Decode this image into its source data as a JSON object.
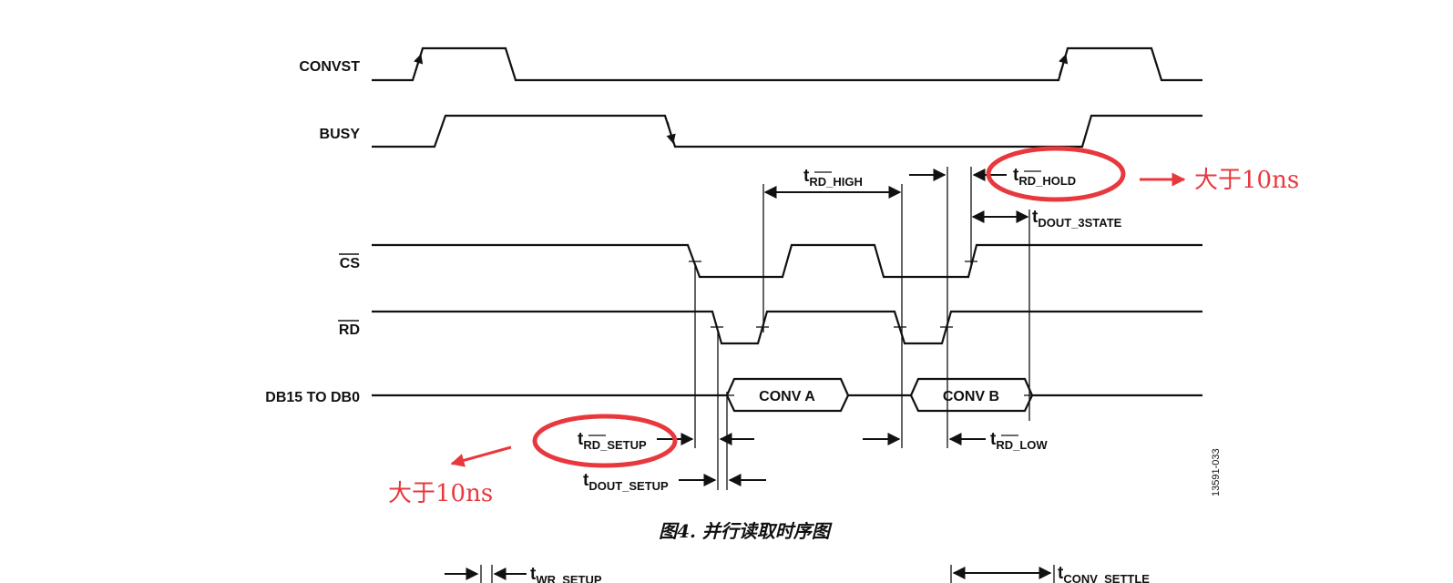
{
  "signals": {
    "convst": "CONVST",
    "busy": "BUSY",
    "cs": "CS",
    "rd": "RD",
    "db": "DB15 TO DB0"
  },
  "bus_values": {
    "conv_a": "CONV A",
    "conv_b": "CONV B"
  },
  "timing": {
    "rd_high": {
      "t": "t",
      "sub": "RD_HIGH"
    },
    "rd_hold": {
      "t": "t",
      "sub": "RD_HOLD"
    },
    "dout_3state": {
      "t": "t",
      "sub": "DOUT_3STATE"
    },
    "rd_setup": {
      "t": "t",
      "sub": "RD_SETUP"
    },
    "rd_low": {
      "t": "t",
      "sub": "RD_LOW"
    },
    "dout_setup": {
      "t": "t",
      "sub": "DOUT_SETUP"
    },
    "bottom_left": {
      "t": "t",
      "sub": "WR_SETUP"
    },
    "bottom_right": {
      "t": "t",
      "sub": "CONV_SETTLE"
    }
  },
  "annotations": {
    "note_right": "大于10ns",
    "note_left": "大于10ns"
  },
  "caption": "图4.  并行读取时序图",
  "figure_id": "13591-033",
  "colors": {
    "annotation": "#e8383d",
    "ink": "#111111"
  }
}
